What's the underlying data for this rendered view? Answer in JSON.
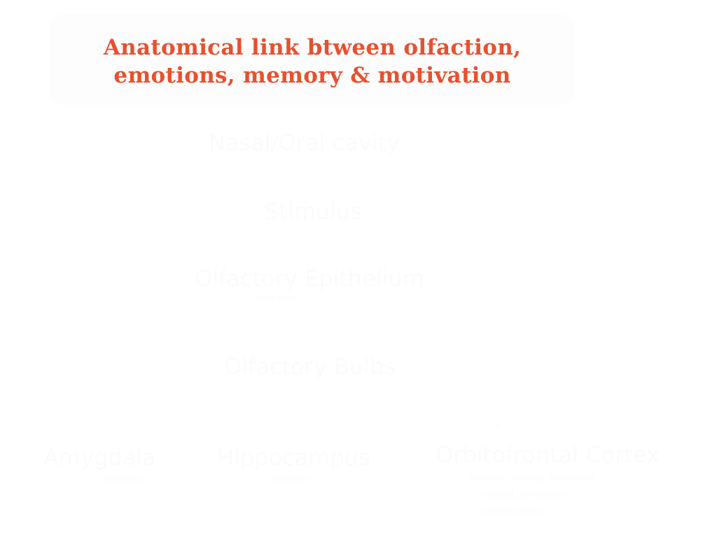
{
  "title": {
    "line1": "Anatomical link btween olfaction,",
    "line2": "emotions, memory & motivation",
    "color": "#E8502F"
  },
  "colors": {
    "background": "#FFFFFF",
    "title_box": "#FDFDFD",
    "faint_node_text": "#FBFBFB"
  },
  "nodes": {
    "nasal_oral_cavity": "Nasal/Oral cavity",
    "stimulus": "Stimulus",
    "olfactory_epithelium": "Olfactory Epithelium",
    "olfactory_epithelium_sub": "receptors",
    "olfactory_bulbs": "Olfactory Bulbs",
    "amygdala": "Amygdala",
    "amygdala_sub": "emotion",
    "hippocampus": "Hippocampus",
    "hippocampus_sub": "memory",
    "orbitofrontal_cortex": "Orbitofrontal Cortex",
    "orbitofrontal_cortex_sub1": "decision making, motivation",
    "orbitofrontal_cortex_sub2": "reward, behaviour",
    "orbitofrontal_cortex_sub3": "identification",
    "orbitofrontal_cortex_mark": "+"
  }
}
